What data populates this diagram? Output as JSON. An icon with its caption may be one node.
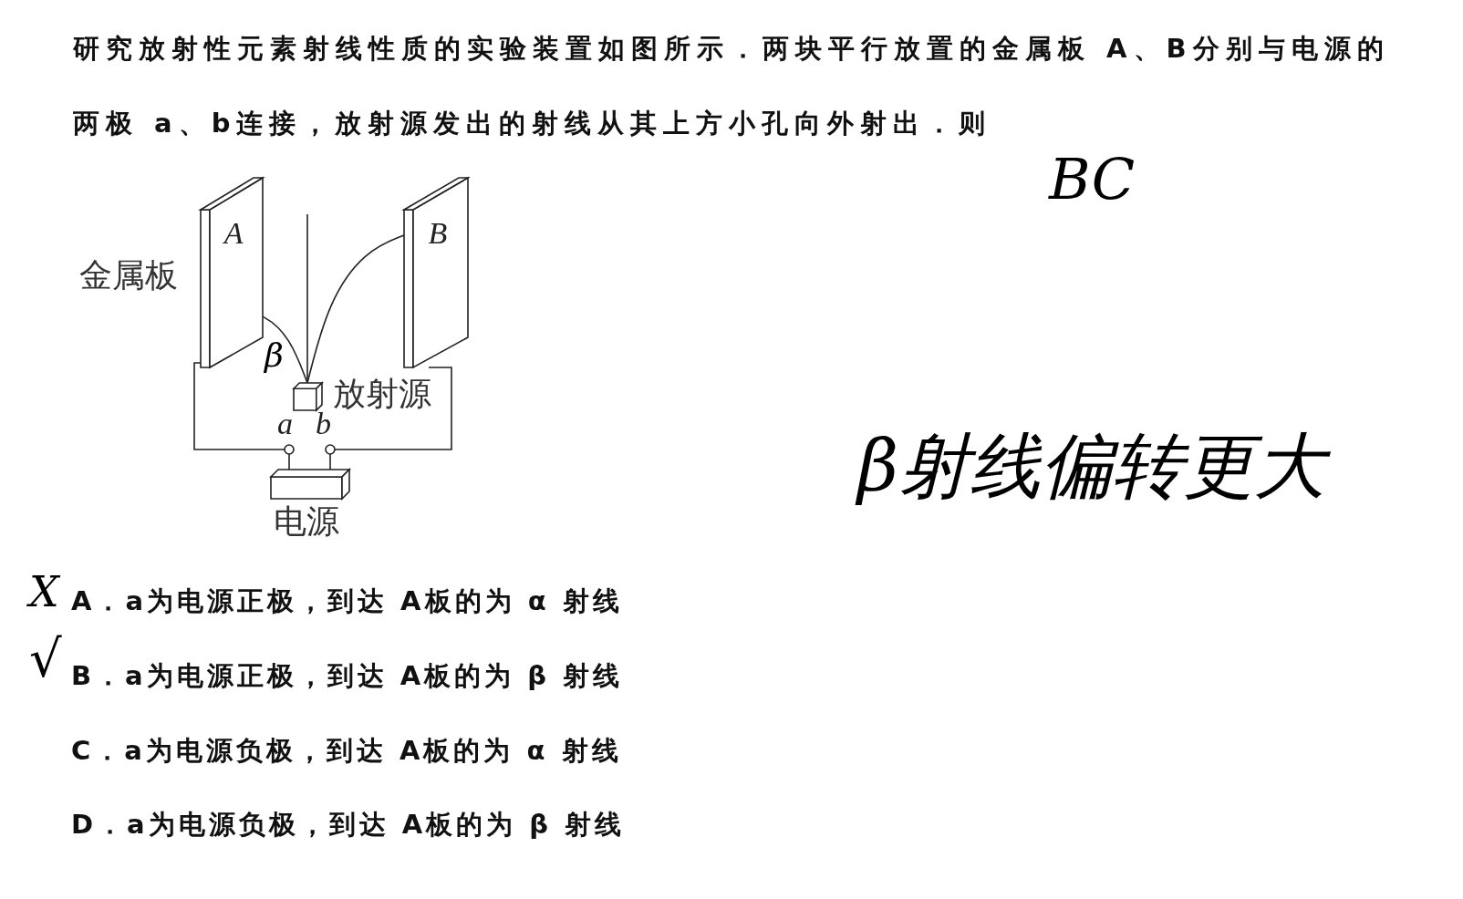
{
  "diagram": {
    "nodes": [
      {
        "text": [
          "A"
        ]
      },
      {
        "text": [
          "B"
        ]
      },
      {
        "text": [],
        "shape": "box",
        "beside": [
          "放射源"
        ]
      },
      {
        "text": [],
        "shape": "box",
        "beside": [
          "电源"
        ]
      },
      {
        "text": [],
        "shape": "circle",
        "beside": [
          "a"
        ]
      },
      {
        "text": [],
        "shape": "circle",
        "beside": [
          "b"
        ]
      }
    ],
    "edges": [
      {
        "from": 2,
        "to": 0,
        "arrow": "none",
        "label": "β"
      },
      {
        "from": 2,
        "to": null,
        "arrow": "none"
      },
      {
        "from": 2,
        "to": 1,
        "arrow": "none"
      },
      {
        "from": 0,
        "to": 4,
        "arrow": "none"
      },
      {
        "from": 1,
        "to": 5,
        "arrow": "none"
      },
      {
        "from": 4,
        "to": 3,
        "arrow": "none"
      },
      {
        "from": 5,
        "to": 3,
        "arrow": "none"
      }
    ],
    "labels": [
      "研究放射性元素射线性质的实验装置如图所示．两块平行放置的金属板 A、B分别与电源的两极 a、b连接，放射源发出的射线从其上方小孔向外射出．则",
      "BC",
      "金属板",
      "β射线偏转更大",
      "X",
      "A．a为电源正极，到达 A板的为 α 射线",
      "√",
      "B．a为电源正极，到达 A板的为 β 射线",
      "C．a为电源负极，到达 A板的为 α 射线",
      "D．a为电源负极，到达 A板的为 β 射线"
    ]
  }
}
